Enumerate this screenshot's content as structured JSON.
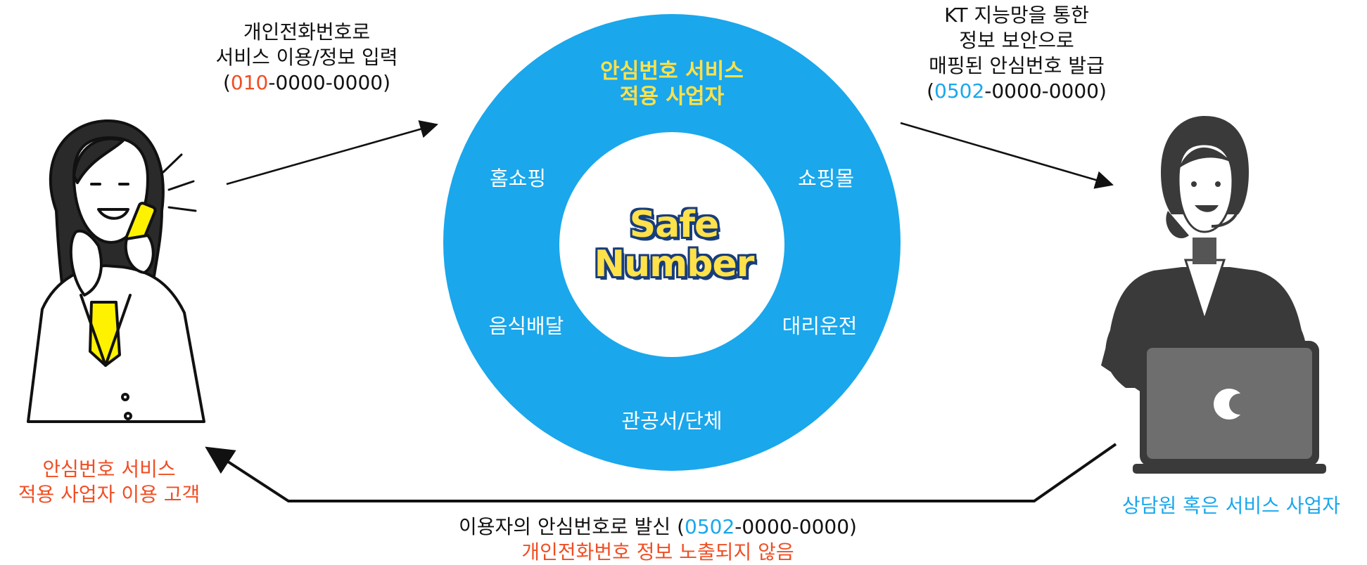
{
  "colors": {
    "ring_blue": "#1aa7ec",
    "accent_orange": "#f04e23",
    "title_yellow": "#ffe14a",
    "logo_outline": "#183d7a"
  },
  "left_person": {
    "label_line1": "안심번호 서비스",
    "label_line2": "적용 사업자 이용 고객"
  },
  "right_person": {
    "label": "상담원 혹은 서비스 사업자"
  },
  "step1": {
    "line1": "개인전화번호로",
    "line2": "서비스 이용/정보 입력",
    "paren_open": "(",
    "number_prefix": "010",
    "number_rest": "-0000-0000",
    "paren_close": ")"
  },
  "step2": {
    "line1": "KT 지능망을 통한",
    "line2": "정보 보안으로",
    "line3": "매핑된 안심번호 발급",
    "paren_open": "(",
    "number_prefix": "0502",
    "number_rest": "-0000-0000",
    "paren_close": ")"
  },
  "step3": {
    "line1_prefix": "이용자의 안심번호로 발신 (",
    "number_prefix": "0502",
    "number_rest": "-0000-0000)",
    "line2": "개인전화번호 정보 노출되지 않음"
  },
  "ring": {
    "title_line1": "안심번호 서비스",
    "title_line2": "적용 사업자",
    "items": [
      "홈쇼핑",
      "쇼핑몰",
      "음식배달",
      "대리운전",
      "관공서/단체"
    ]
  },
  "logo": {
    "line1": "Safe",
    "line2": "Number"
  },
  "icons": [
    "woman-phone-icon",
    "call-center-agent-icon",
    "arrow-icon"
  ]
}
